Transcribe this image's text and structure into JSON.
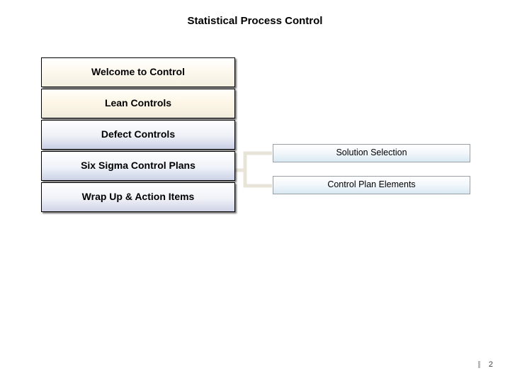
{
  "slide": {
    "title": "Statistical Process Control",
    "page_number": "2",
    "left_items": [
      {
        "label": "Welcome to Control"
      },
      {
        "label": "Lean Controls"
      },
      {
        "label": "Defect Controls"
      },
      {
        "label": "Six Sigma Control Plans"
      },
      {
        "label": "Wrap Up & Action Items"
      }
    ],
    "right_items": [
      {
        "label": "Solution Selection"
      },
      {
        "label": "Control Plan Elements"
      }
    ],
    "colors": {
      "box_border": "#000000",
      "sub_box_border": "#9aa0a6",
      "connector": "#e8e4d8",
      "text": "#000000"
    }
  }
}
